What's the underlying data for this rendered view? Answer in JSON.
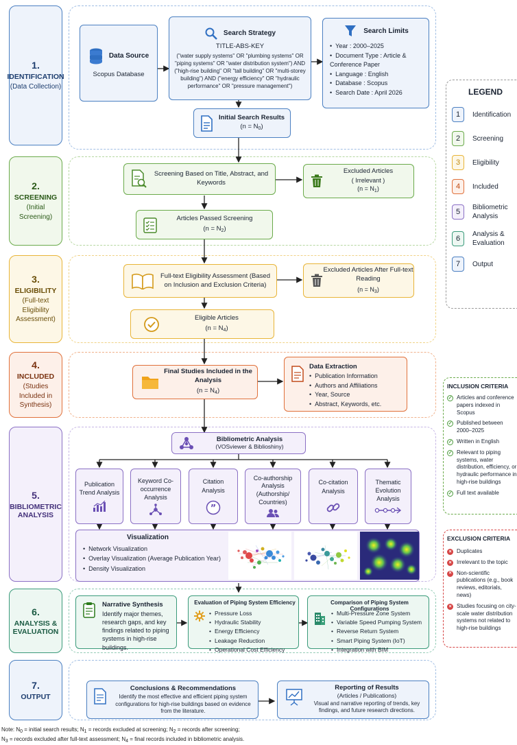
{
  "stages": [
    {
      "num": "1.",
      "name": "IDENTIFICATION",
      "sub": "(Data Collection)"
    },
    {
      "num": "2.",
      "name": "SCREENING",
      "sub": "(Initial Screening)"
    },
    {
      "num": "3.",
      "name": "ELIGIBILITY",
      "sub": "(Full-text Eligibility Assessment)"
    },
    {
      "num": "4.",
      "name": "INCLUDED",
      "sub": "(Studies Included in Synthesis)"
    },
    {
      "num": "5.",
      "name": "BIBLIOMETRIC ANALYSIS",
      "sub": ""
    },
    {
      "num": "6.",
      "name": "ANALYSIS & EVALUATION",
      "sub": ""
    },
    {
      "num": "7.",
      "name": "OUTPUT",
      "sub": ""
    }
  ],
  "identification": {
    "data_source_title": "Data Source",
    "data_source_value": "Scopus Database",
    "search_strategy_title": "Search Strategy",
    "search_strategy_key": "TITLE-ABS-KEY",
    "search_strategy_query": "(\"water supply systems\" OR \"plumbing systems\" OR \"piping systems\" OR \"water distribution system\") AND (\"high-rise building\" OR \"tall building\" OR \"multi-storey building\") AND (\"energy efficiency\" OR \"hydraulic performance\" OR \"pressure management\")",
    "search_limits_title": "Search Limits",
    "search_limits": [
      "Year : 2000–2025",
      "Document Type : Article & Conference Paper",
      "Language : English",
      "Database : Scopus",
      "Search Date : April 2026"
    ],
    "initial_results_title": "Initial Search Results",
    "initial_results_n": "(n = N",
    "initial_results_sub": "0"
  },
  "screening": {
    "screen_title": "Screening Based on Title, Abstract, and Keywords",
    "excluded_title": "Excluded Articles",
    "excluded_sub": "( Irrelevant )",
    "excluded_n": "(n = N",
    "excluded_n_sub": "1",
    "passed_title": "Articles Passed Screening",
    "passed_n": "(n = N",
    "passed_n_sub": "2"
  },
  "eligibility": {
    "assess_title": "Full-text Eligibility Assessment (Based on Inclusion and Exclusion Criteria)",
    "excluded_title": "Excluded Articles After Full-text Reading",
    "excluded_n": "(n = N",
    "excluded_n_sub": "3",
    "eligible_title": "Eligible Articles",
    "eligible_n": "(n = N",
    "eligible_n_sub": "4"
  },
  "included": {
    "final_title": "Final Studies Included in the Analysis",
    "final_n": "(n = N",
    "final_n_sub": "4",
    "extraction_title": "Data Extraction",
    "extraction_items": [
      "Publication Information",
      "Authors and Affiliations",
      "Year, Source",
      "Abstract, Keywords, etc."
    ]
  },
  "bibliometric": {
    "title": "Bibliometric Analysis",
    "sub": "(VOSviewer & Biblioshiny)",
    "analyses": [
      {
        "label": "Publication Trend Analysis",
        "icon": "bar-chart-icon"
      },
      {
        "label": "Keyword Co-occurrence Analysis",
        "icon": "network-node-icon"
      },
      {
        "label": "Citation Analysis",
        "icon": "quote-icon"
      },
      {
        "label": "Co-authorship Analysis (Authorship/ Countries)",
        "icon": "people-icon"
      },
      {
        "label": "Co-citation Analysis",
        "icon": "link-icon"
      },
      {
        "label": "Thematic Evolution Analysis",
        "icon": "timeline-arrow-icon"
      }
    ],
    "visualization_title": "Visualization",
    "visualization_items": [
      "Network Visualization",
      "Overlay Visualization (Average Publication Year)",
      "Density Visualization"
    ]
  },
  "analysis": {
    "narrative_title": "Narrative Synthesis",
    "narrative_text": "Identify major themes, research gaps, and key findings related to piping systems in high-rise buildings.",
    "efficiency_title": "Evaluation of Piping System Efficiency",
    "efficiency_items": [
      "Pressure Loss",
      "Hydraulic Stability",
      "Energy Efficiency",
      "Leakage Reduction",
      "Operational Cost Efficiency"
    ],
    "comparison_title": "Comparison of Piping System Configurations",
    "comparison_items": [
      "Multi-Pressure Zone System",
      "Variable Speed Pumping System",
      "Reverse Return System",
      "Smart Piping System (IoT)",
      "Integration with BIM"
    ]
  },
  "output": {
    "conclusions_title": "Conclusions & Recommendations",
    "conclusions_text": "Identify the most effective and efficient piping system configurations for high-rise buildings based on evidence from the literature.",
    "reporting_title": "Reporting of Results",
    "reporting_sub": "(Articles / Publications)",
    "reporting_text": "Visual and narrative reporting of trends, key findings, and future research directions."
  },
  "legend": {
    "title": "LEGEND",
    "items": [
      {
        "num": "1",
        "label": "Identification"
      },
      {
        "num": "2",
        "label": "Screening"
      },
      {
        "num": "3",
        "label": "Eligibility"
      },
      {
        "num": "4",
        "label": "Included"
      },
      {
        "num": "5",
        "label": "Bibliometric Analysis"
      },
      {
        "num": "6",
        "label": "Analysis & Evaluation"
      },
      {
        "num": "7",
        "label": "Output"
      }
    ]
  },
  "inclusion": {
    "title": "INCLUSION CRITERIA",
    "items": [
      "Articles and conference papers indexed in Scopus",
      "Published between 2000–2025",
      "Written in English",
      "Relevant to piping systems, water distribution, efficiency, or hydraulic performance in high-rise buildings",
      "Full text available"
    ]
  },
  "exclusion": {
    "title": "EXCLUSION CRITERIA",
    "items": [
      "Duplicates",
      "Irrelevant to the topic",
      "Non-scientific publications (e.g., book reviews, editorials, news)",
      "Studies focusing on city-scale water distribution systems not related to high-rise buildings"
    ]
  },
  "note": {
    "prefix": "Note: N",
    "line1": [
      {
        "s": "0",
        "t": " = initial search results; N"
      },
      {
        "s": "1",
        "t": " = records excluded at screening; N"
      },
      {
        "s": "2",
        "t": " = records after screening;"
      }
    ],
    "line2_prefix": "N",
    "line2": [
      {
        "s": "3",
        "t": " = records excluded after full-text assessment; N"
      },
      {
        "s": "4",
        "t": " = final records included in bibliometric analysis."
      }
    ]
  },
  "colors": {
    "blue": "#4a7fc1",
    "green": "#6aaa4a",
    "yellow": "#e8b437",
    "orange": "#e0703a",
    "purple": "#8a6fc4",
    "teal": "#3a9a7a",
    "red": "#d64545"
  }
}
